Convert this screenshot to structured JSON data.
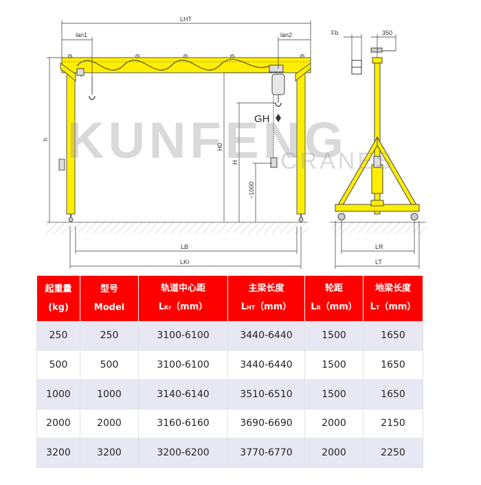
{
  "watermark": {
    "brand": "KUNFENG",
    "sub": "CRANES"
  },
  "drawing_labels": {
    "lht": "LHT",
    "lan1": "lan1",
    "lan2": "lan2",
    "h": "h",
    "h0": "H0",
    "H": "H",
    "gh": "GH",
    "ground_clear": "~1000",
    "lb": "LB",
    "lkr": "LKr",
    "fb": "Fb",
    "w350": "350",
    "lr": "LR",
    "lt": "LT"
  },
  "table": {
    "headers": [
      {
        "l1": "起重量",
        "l2": "(kg)"
      },
      {
        "l1": "型号",
        "l2": "Model"
      },
      {
        "l1": "轨道中心距",
        "l2a": "L",
        "l2sub": "Kr",
        "l2b": "（mm）"
      },
      {
        "l1": "主梁长度",
        "l2a": "L",
        "l2sub": "HT",
        "l2b": "（mm）"
      },
      {
        "l1": "轮距",
        "l2a": "L",
        "l2sub": "R",
        "l2b": "（mm）"
      },
      {
        "l1": "地梁长度",
        "l2a": "L",
        "l2sub": "T",
        "l2b": "（mm）"
      }
    ],
    "rows": [
      [
        "250",
        "250",
        "3100-6100",
        "3440-6440",
        "1500",
        "1650"
      ],
      [
        "500",
        "500",
        "3100-6100",
        "3440-6440",
        "1500",
        "1650"
      ],
      [
        "1000",
        "1000",
        "3140-6140",
        "3510-6510",
        "1500",
        "1650"
      ],
      [
        "2000",
        "2000",
        "3160-6160",
        "3690-6690",
        "2000",
        "2150"
      ],
      [
        "3200",
        "3200",
        "3200-6200",
        "3770-6770",
        "2000",
        "2250"
      ]
    ]
  }
}
